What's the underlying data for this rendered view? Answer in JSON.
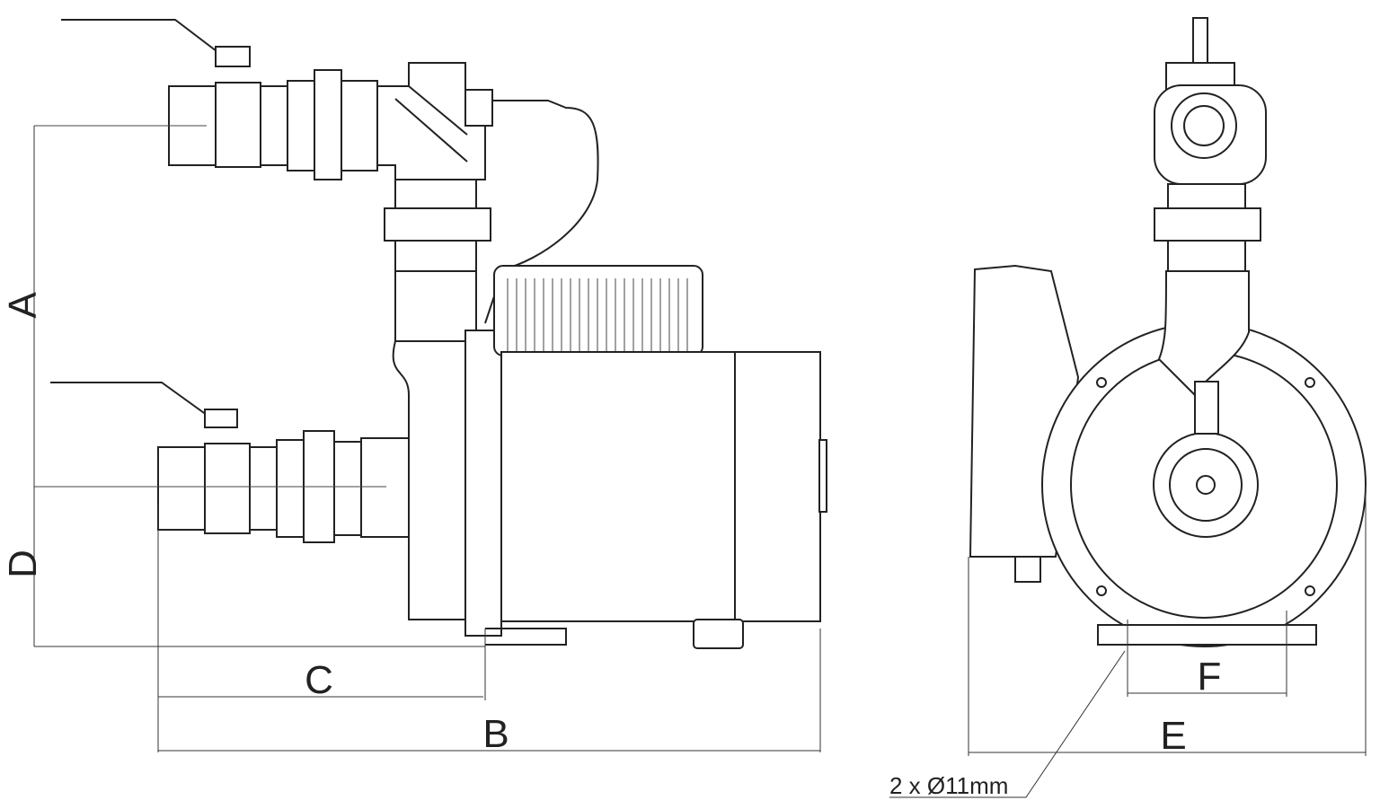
{
  "dimensions": {
    "a": "A",
    "b": "B",
    "c": "C",
    "d": "D",
    "e": "E",
    "f": "F"
  },
  "note": "2 x Ø11mm"
}
